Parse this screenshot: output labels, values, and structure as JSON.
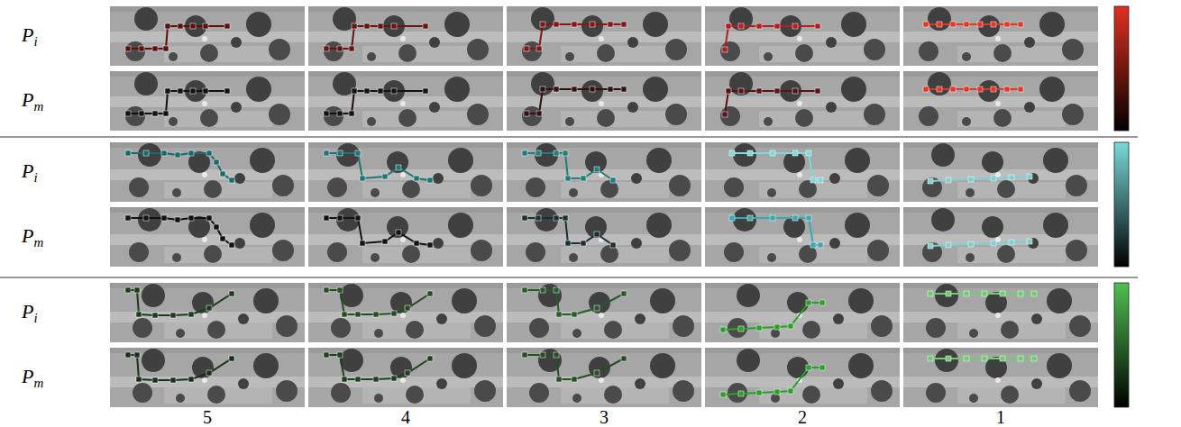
{
  "diagram": {
    "labels": [
      "P",
      "i",
      "P",
      "m",
      "P",
      "i",
      "P",
      "m",
      "P",
      "i",
      "P",
      "m",
      "5",
      "4",
      "3",
      "2",
      "1"
    ]
  }
}
